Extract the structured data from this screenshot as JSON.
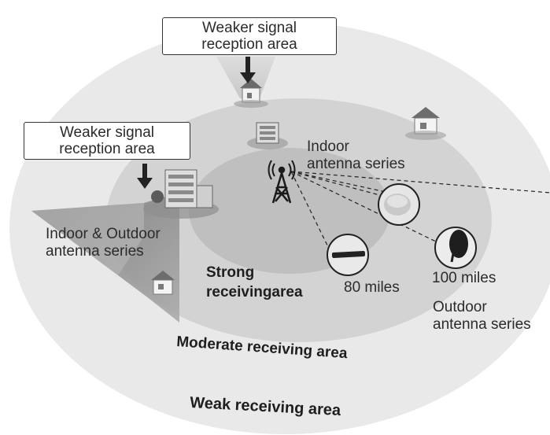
{
  "callouts": {
    "top": {
      "line1": "Weaker signal",
      "line2": "reception area"
    },
    "left": {
      "line1": "Weaker signal",
      "line2": "reception area"
    }
  },
  "labels": {
    "indoor_line1": "Indoor",
    "indoor_line2": "antenna series",
    "indoor_outdoor_line1": "Indoor & Outdoor",
    "indoor_outdoor_line2": "antenna series",
    "strong_line1": "Strong",
    "strong_line2": "receivingarea",
    "miles_80": "80 miles",
    "miles_100": "100 miles",
    "outdoor_line1": "Outdoor",
    "outdoor_line2": "antenna series",
    "moderate": "Moderate receiving area",
    "weak": "Weak receiving area"
  },
  "colors": {
    "weak_zone": "#e9e9e9",
    "moderate_zone": "#d3d3d3",
    "strong_zone": "#bfbfbf",
    "shadow_sector": "#8e8e8e"
  }
}
